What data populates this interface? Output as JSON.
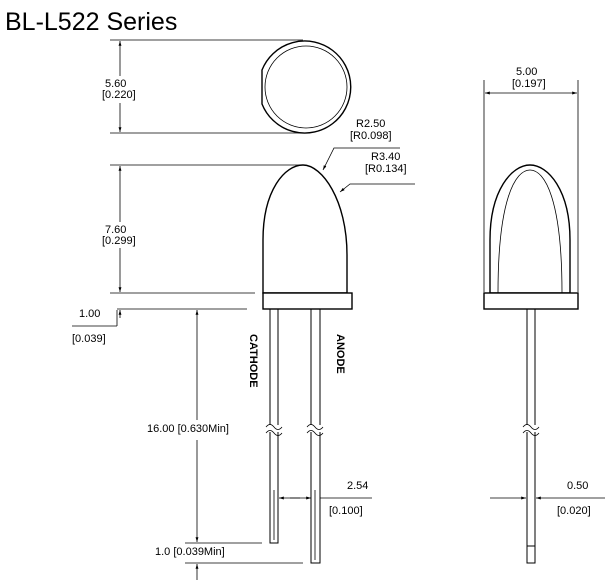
{
  "title": "BL-L522 Series",
  "dims": {
    "top_dia": {
      "mm": "5.60",
      "in": "[0.220]"
    },
    "dome_height": {
      "mm": "7.60",
      "in": "[0.299]"
    },
    "r_small": {
      "mm": "R2.50",
      "in": "[R0.098]"
    },
    "r_large": {
      "mm": "R3.40",
      "in": "[R0.134]"
    },
    "flange": {
      "mm": "1.00",
      "in": "[0.039]"
    },
    "lead_len": "16.00 [0.630Min]",
    "lead_offset": "1.0 [0.039Min]",
    "pitch": {
      "mm": "2.54",
      "in": "[0.100]"
    },
    "body_dia": {
      "mm": "5.00",
      "in": "[0.197]"
    },
    "lead_w": {
      "mm": "0.50",
      "in": "[0.020]"
    }
  },
  "labels": {
    "cathode": "CATHODE",
    "anode": "ANODE"
  }
}
